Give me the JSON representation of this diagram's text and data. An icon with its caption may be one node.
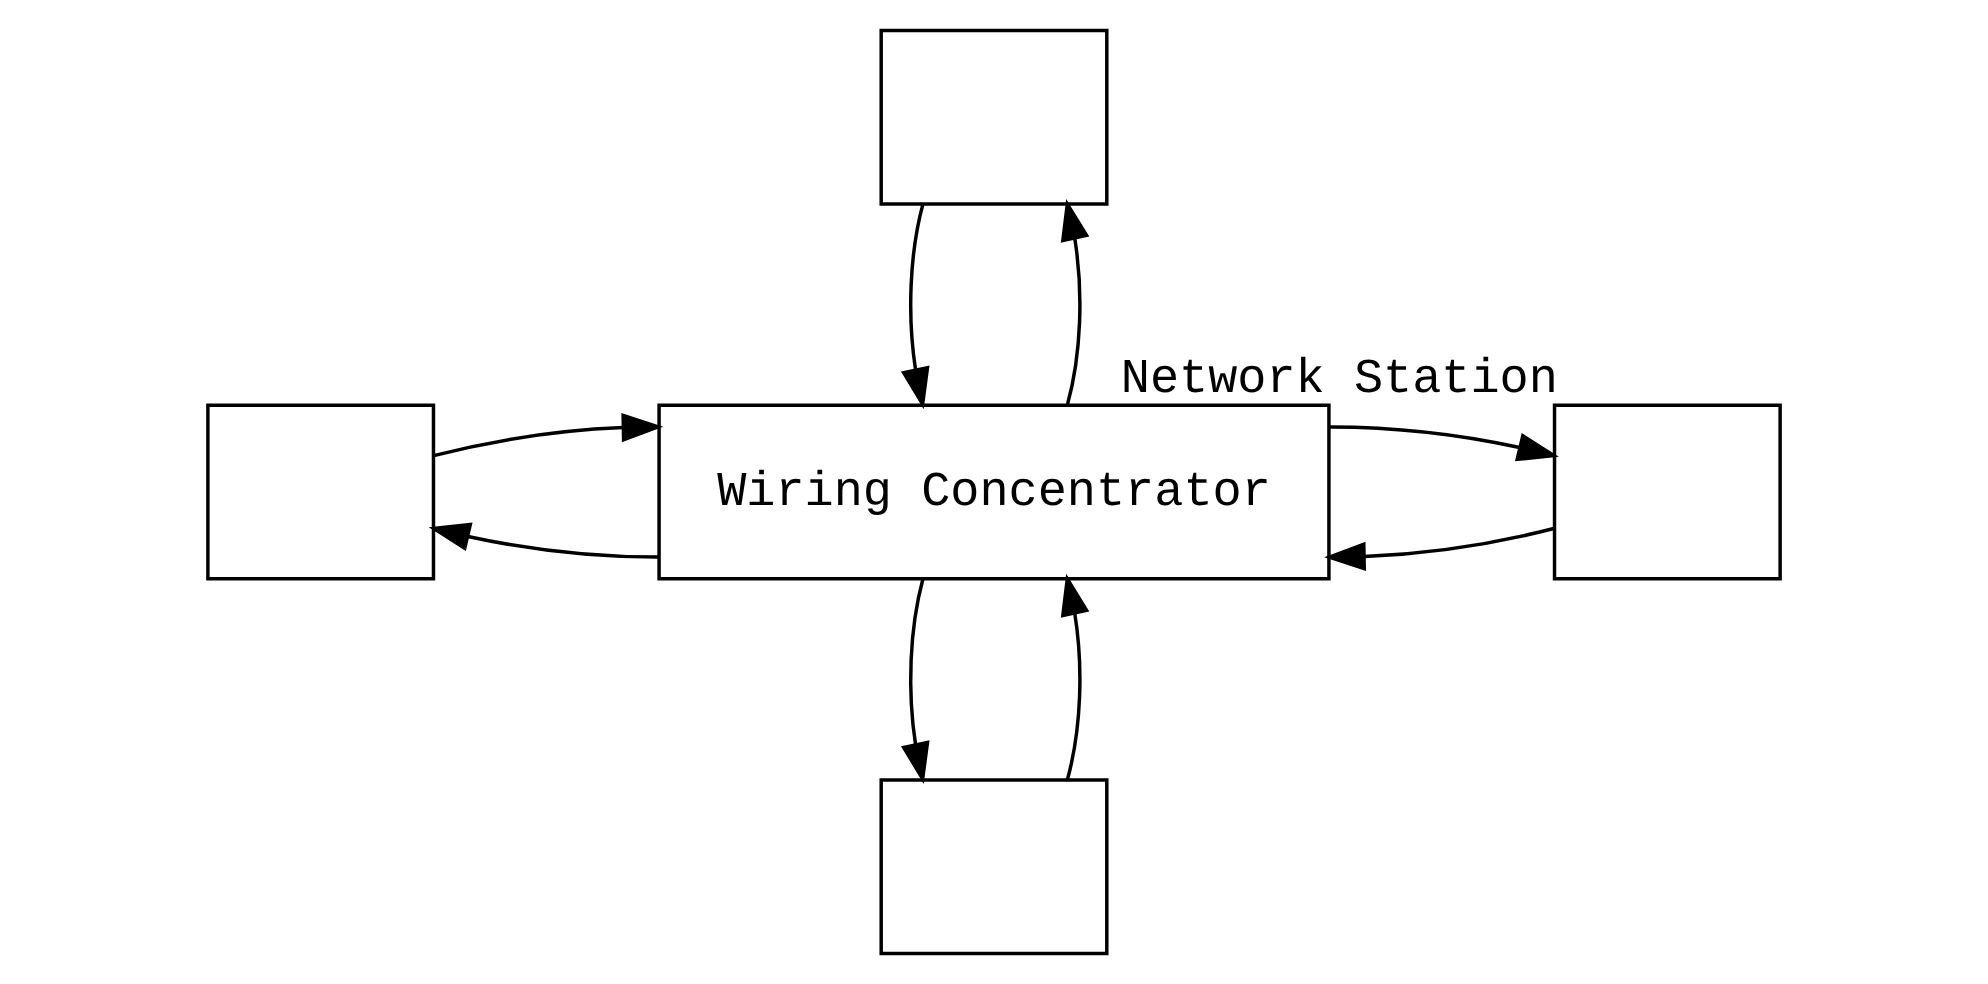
{
  "diagram": {
    "nodes": [
      {
        "text": [],
        "shape": "box"
      },
      {
        "text": [],
        "shape": "box"
      },
      {
        "text": [],
        "shape": "box",
        "beside": [
          "Network Station"
        ]
      },
      {
        "text": [
          "Wiring Concentrator"
        ]
      },
      {
        "text": [],
        "shape": "box"
      }
    ],
    "edges": [
      {
        "from": 0,
        "to": 3,
        "arrow": "to"
      },
      {
        "from": 3,
        "to": 4,
        "arrow": "to"
      },
      {
        "from": 2,
        "to": 3,
        "arrow": "to"
      },
      {
        "from": 3,
        "to": 1,
        "arrow": "to"
      },
      {
        "from": 1,
        "to": 3,
        "arrow": "to"
      },
      {
        "from": 3,
        "to": 2,
        "arrow": "to"
      },
      {
        "from": 4,
        "to": 3,
        "arrow": "to"
      },
      {
        "from": 3,
        "to": 0,
        "arrow": "to"
      }
    ]
  }
}
